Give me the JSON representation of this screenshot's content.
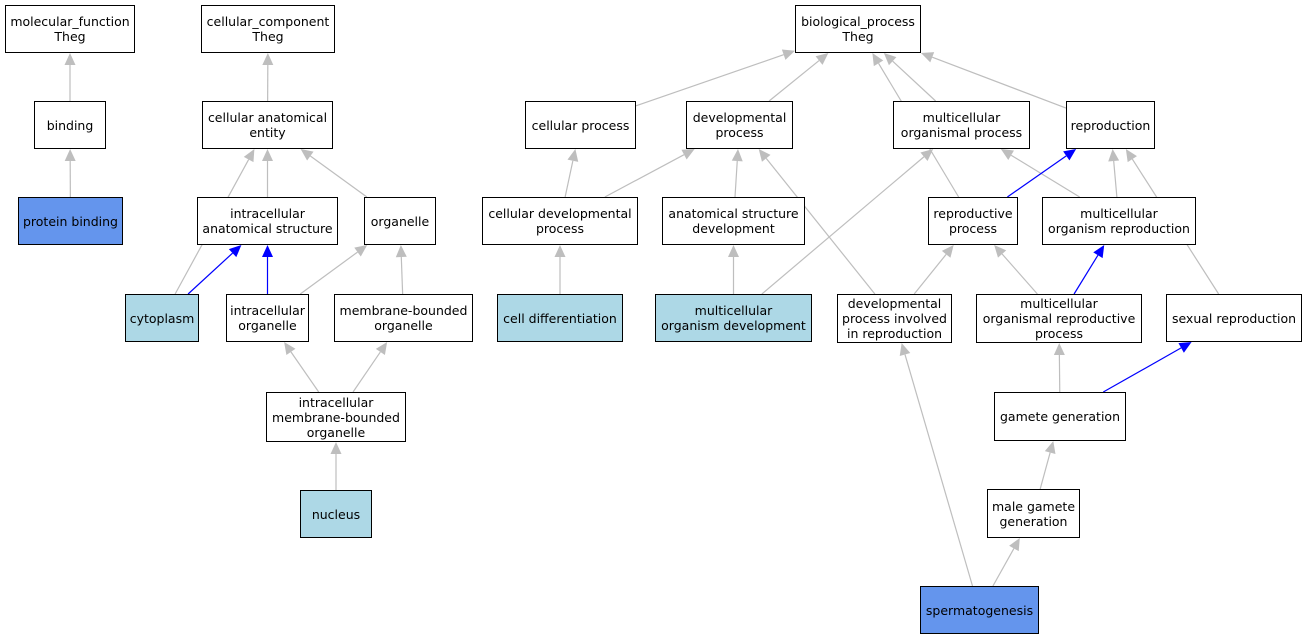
{
  "colors": {
    "background": "#ffffff",
    "node_default": "#ffffff",
    "node_highlight": "#add8e6",
    "node_annotated": "#6495ed",
    "edge_default": "#bebebe",
    "edge_highlight": "#0000ff",
    "border": "#000000"
  },
  "nodes": {
    "molecular_function": "molecular_function\nTheg",
    "cellular_component": "cellular_component\nTheg",
    "biological_process": "biological_process\nTheg",
    "binding": "binding",
    "protein_binding": "protein binding",
    "cellular_anatomical_entity": "cellular anatomical\nentity",
    "intracellular_anatomical_structure": "intracellular\nanatomical structure",
    "organelle": "organelle",
    "cytoplasm": "cytoplasm",
    "intracellular_organelle": "intracellular\norganelle",
    "membrane_bounded_organelle": "membrane-bounded\norganelle",
    "intracellular_membrane_bounded_organelle": "intracellular\nmembrane-bounded\norganelle",
    "nucleus": "nucleus",
    "cellular_process": "cellular process",
    "developmental_process": "developmental\nprocess",
    "multicellular_organismal_process": "multicellular\norganismal process",
    "reproduction": "reproduction",
    "cellular_developmental_process": "cellular developmental\nprocess",
    "anatomical_structure_development": "anatomical structure\ndevelopment",
    "reproductive_process": "reproductive\nprocess",
    "multicellular_organism_reproduction": "multicellular\norganism reproduction",
    "cell_differentiation": "cell differentiation",
    "multicellular_organism_development": "multicellular\norganism development",
    "developmental_process_involved_in_reproduction": "developmental\nprocess involved\nin reproduction",
    "multicellular_organismal_reproductive_process": "multicellular\norganismal reproductive\nprocess",
    "sexual_reproduction": "sexual reproduction",
    "gamete_generation": "gamete generation",
    "male_gamete_generation": "male gamete\ngeneration",
    "spermatogenesis": "spermatogenesis"
  },
  "node_fill": {
    "protein_binding": "annotated",
    "cytoplasm": "highlight",
    "nucleus": "highlight",
    "cell_differentiation": "highlight",
    "multicellular_organism_development": "highlight",
    "spermatogenesis": "annotated"
  },
  "edges": [
    {
      "from": "binding",
      "to": "molecular_function",
      "style": "default"
    },
    {
      "from": "protein_binding",
      "to": "binding",
      "style": "default"
    },
    {
      "from": "cellular_anatomical_entity",
      "to": "cellular_component",
      "style": "default"
    },
    {
      "from": "intracellular_anatomical_structure",
      "to": "cellular_anatomical_entity",
      "style": "default"
    },
    {
      "from": "organelle",
      "to": "cellular_anatomical_entity",
      "style": "default"
    },
    {
      "from": "cytoplasm",
      "to": "cellular_anatomical_entity",
      "style": "default"
    },
    {
      "from": "cytoplasm",
      "to": "intracellular_anatomical_structure",
      "style": "highlight"
    },
    {
      "from": "intracellular_organelle",
      "to": "intracellular_anatomical_structure",
      "style": "highlight"
    },
    {
      "from": "intracellular_organelle",
      "to": "organelle",
      "style": "default"
    },
    {
      "from": "membrane_bounded_organelle",
      "to": "organelle",
      "style": "default"
    },
    {
      "from": "intracellular_membrane_bounded_organelle",
      "to": "intracellular_organelle",
      "style": "default"
    },
    {
      "from": "intracellular_membrane_bounded_organelle",
      "to": "membrane_bounded_organelle",
      "style": "default"
    },
    {
      "from": "nucleus",
      "to": "intracellular_membrane_bounded_organelle",
      "style": "default"
    },
    {
      "from": "cellular_process",
      "to": "biological_process",
      "style": "default"
    },
    {
      "from": "developmental_process",
      "to": "biological_process",
      "style": "default"
    },
    {
      "from": "multicellular_organismal_process",
      "to": "biological_process",
      "style": "default"
    },
    {
      "from": "reproduction",
      "to": "biological_process",
      "style": "default"
    },
    {
      "from": "reproductive_process",
      "to": "biological_process",
      "style": "default"
    },
    {
      "from": "cellular_developmental_process",
      "to": "cellular_process",
      "style": "default"
    },
    {
      "from": "cellular_developmental_process",
      "to": "developmental_process",
      "style": "default"
    },
    {
      "from": "anatomical_structure_development",
      "to": "developmental_process",
      "style": "default"
    },
    {
      "from": "developmental_process_involved_in_reproduction",
      "to": "developmental_process",
      "style": "default"
    },
    {
      "from": "multicellular_organism_development",
      "to": "multicellular_organismal_process",
      "style": "default"
    },
    {
      "from": "multicellular_organism_reproduction",
      "to": "multicellular_organismal_process",
      "style": "default"
    },
    {
      "from": "reproductive_process",
      "to": "reproduction",
      "style": "highlight"
    },
    {
      "from": "multicellular_organism_reproduction",
      "to": "reproduction",
      "style": "default"
    },
    {
      "from": "sexual_reproduction",
      "to": "reproduction",
      "style": "default"
    },
    {
      "from": "cell_differentiation",
      "to": "cellular_developmental_process",
      "style": "default"
    },
    {
      "from": "multicellular_organism_development",
      "to": "anatomical_structure_development",
      "style": "default"
    },
    {
      "from": "developmental_process_involved_in_reproduction",
      "to": "reproductive_process",
      "style": "default"
    },
    {
      "from": "multicellular_organismal_reproductive_process",
      "to": "reproductive_process",
      "style": "default"
    },
    {
      "from": "multicellular_organismal_reproductive_process",
      "to": "multicellular_organism_reproduction",
      "style": "highlight"
    },
    {
      "from": "gamete_generation",
      "to": "multicellular_organismal_reproductive_process",
      "style": "default"
    },
    {
      "from": "gamete_generation",
      "to": "sexual_reproduction",
      "style": "highlight"
    },
    {
      "from": "male_gamete_generation",
      "to": "gamete_generation",
      "style": "default"
    },
    {
      "from": "spermatogenesis",
      "to": "male_gamete_generation",
      "style": "default"
    },
    {
      "from": "spermatogenesis",
      "to": "developmental_process_involved_in_reproduction",
      "style": "default"
    }
  ]
}
